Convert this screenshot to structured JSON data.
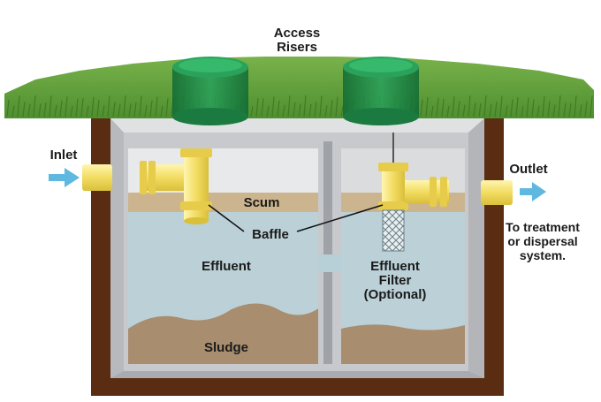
{
  "labels": {
    "access_risers": [
      "Access",
      "Risers"
    ],
    "inlet": "Inlet",
    "outlet": "Outlet",
    "scum": "Scum",
    "baffle": "Baffle",
    "effluent": "Effluent",
    "effluent_filter": [
      "Effluent",
      "Filter",
      "(Optional)"
    ],
    "sludge": "Sludge",
    "destination": [
      "To treatment",
      "or dispersal",
      "system."
    ]
  },
  "colors": {
    "grass": "#5e9e3a",
    "soil": "#5a2d12",
    "tank_concrete": "#c7c9cc",
    "liquid": "#b7cfd6",
    "scum": "#cbb48e",
    "sludge": "#a88d6f",
    "pipe_yellow": "#f4e27a",
    "riser_green": "#1f8a4a",
    "flow_arrow": "#5fb8e0"
  }
}
